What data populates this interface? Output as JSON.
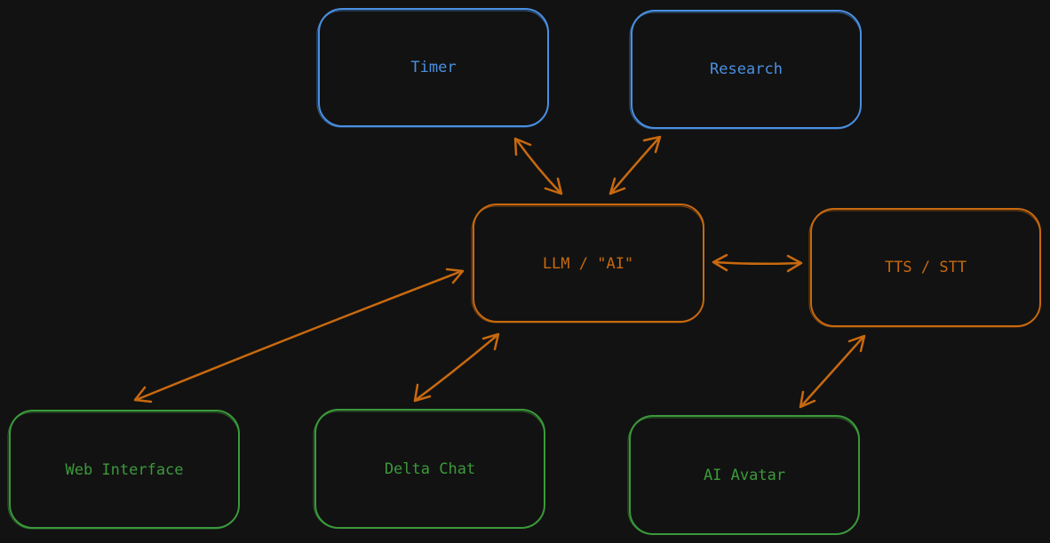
{
  "colors": {
    "background": "#121212",
    "blue": "#4a90e2",
    "orange": "#c8690f",
    "green": "#3b9a3b"
  },
  "nodes": {
    "timer": {
      "label": "Timer",
      "color": "blue"
    },
    "research": {
      "label": "Research",
      "color": "blue"
    },
    "llm": {
      "label": "LLM / \"AI\"",
      "color": "orange"
    },
    "tts": {
      "label": "TTS / STT",
      "color": "orange"
    },
    "web": {
      "label": "Web Interface",
      "color": "green"
    },
    "delta": {
      "label": "Delta Chat",
      "color": "green"
    },
    "avatar": {
      "label": "AI Avatar",
      "color": "green"
    }
  },
  "connections": [
    {
      "from": "timer",
      "to": "llm",
      "bidirectional": true
    },
    {
      "from": "research",
      "to": "llm",
      "bidirectional": true
    },
    {
      "from": "llm",
      "to": "tts",
      "bidirectional": true
    },
    {
      "from": "web",
      "to": "llm",
      "bidirectional": true
    },
    {
      "from": "delta",
      "to": "llm",
      "bidirectional": true
    },
    {
      "from": "avatar",
      "to": "tts",
      "bidirectional": true
    }
  ]
}
